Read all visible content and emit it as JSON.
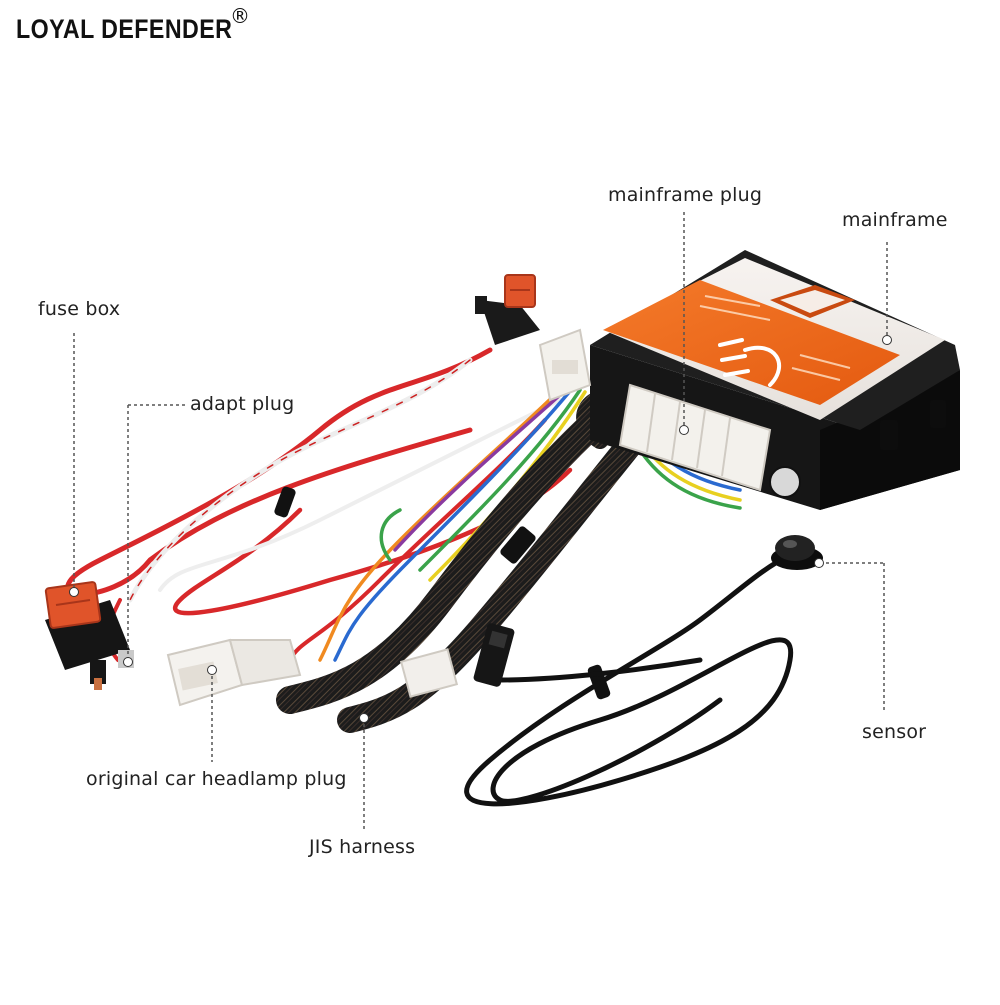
{
  "brand": {
    "name": "LOYAL DEFENDER",
    "mark": "®"
  },
  "callouts": {
    "fuse_box": "fuse box",
    "adapt_plug": "adapt plug",
    "mainframe_plug": "mainframe plug",
    "mainframe": "mainframe",
    "sensor": "sensor",
    "headlamp_plug": "original car headlamp plug",
    "jis_harness": "JIS harness"
  },
  "colors": {
    "device_orange": "#f26a1b",
    "device_black": "#1a1a1a",
    "wire_red": "#d8282a",
    "fuse_orange": "#e0542a",
    "callout_line": "#555555"
  },
  "icons": [
    "logo-icon",
    "headlight-icon",
    "sensor-icon"
  ]
}
